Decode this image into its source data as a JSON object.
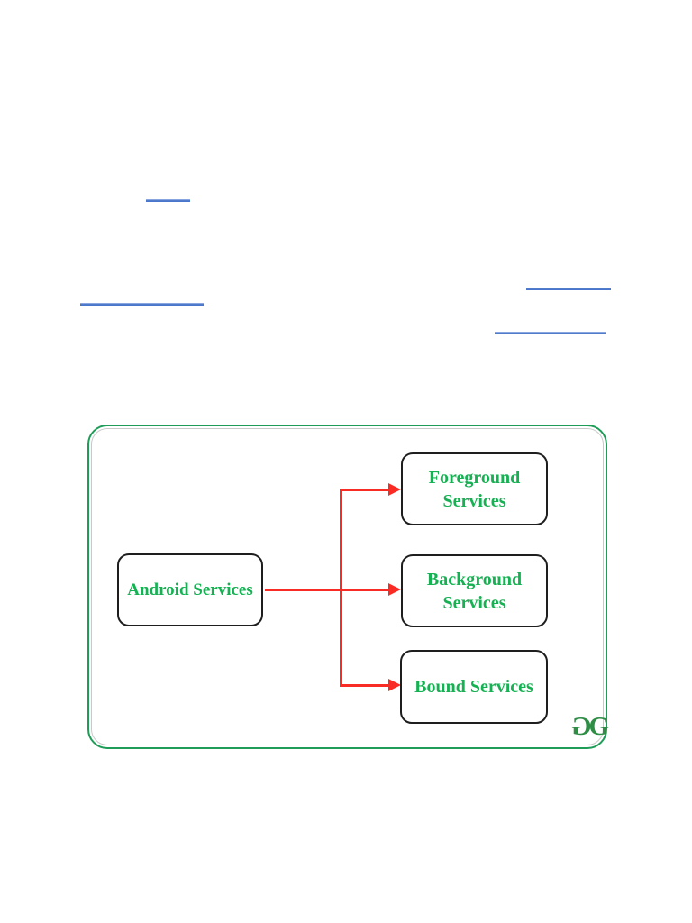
{
  "diagram": {
    "root_label": "Android Services",
    "children": [
      {
        "label": "Foreground Services"
      },
      {
        "label": "Background Services"
      },
      {
        "label": "Bound Services"
      }
    ],
    "logo": {
      "first_g": "G",
      "second_g": "G"
    },
    "colors": {
      "container_border_green": "#1f9d58",
      "node_text_green": "#15b152",
      "node_border_black": "#1e1e1e",
      "arrow_red": "#f92b25",
      "logo_green": "#2f8d46",
      "link_underline_blue": "#4472c4"
    }
  }
}
